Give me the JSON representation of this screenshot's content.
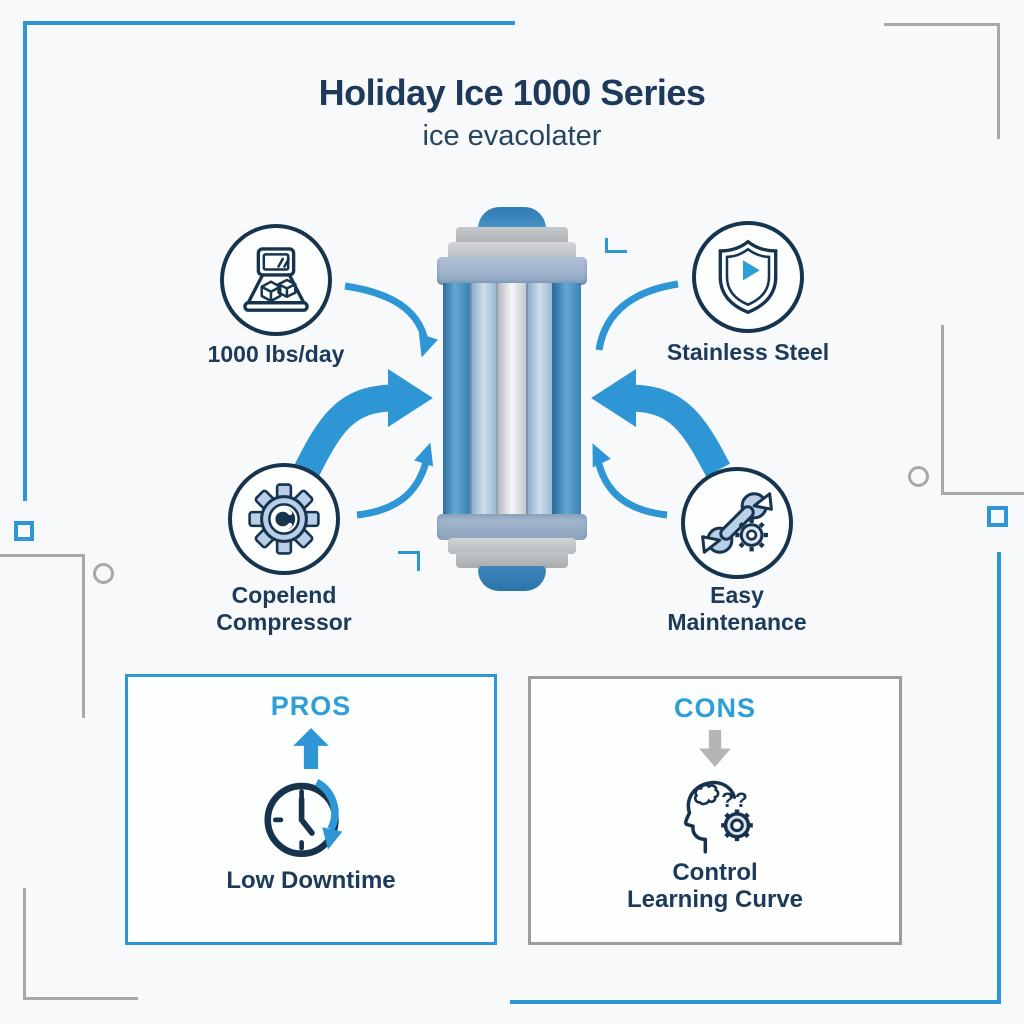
{
  "title": "Holiday Ice 1000 Series",
  "subtitle": "ice evacolater",
  "features": [
    {
      "icon": "ice-machine-icon",
      "label": "1000 lbs/day"
    },
    {
      "icon": "shield-check-icon",
      "label": "Stainless Steel"
    },
    {
      "icon": "compressor-gear-icon",
      "label": "Copelend\nCompressor"
    },
    {
      "icon": "wrench-gear-icon",
      "label": "Easy\nMaintenance"
    }
  ],
  "pros": {
    "header": "PROS",
    "label": "Low Downtime",
    "icon": "clock-icon",
    "arrow_icon": "up-arrow-icon"
  },
  "cons": {
    "header": "CONS",
    "label": "Control\nLearning Curve",
    "icon": "head-gears-icon",
    "arrow_icon": "down-arrow-icon"
  },
  "colors": {
    "accent_blue": "#2e9fd6",
    "navy": "#1d3a5a",
    "decor_gray": "#a7a9ab",
    "icon_fill": "#b9cfe7"
  }
}
